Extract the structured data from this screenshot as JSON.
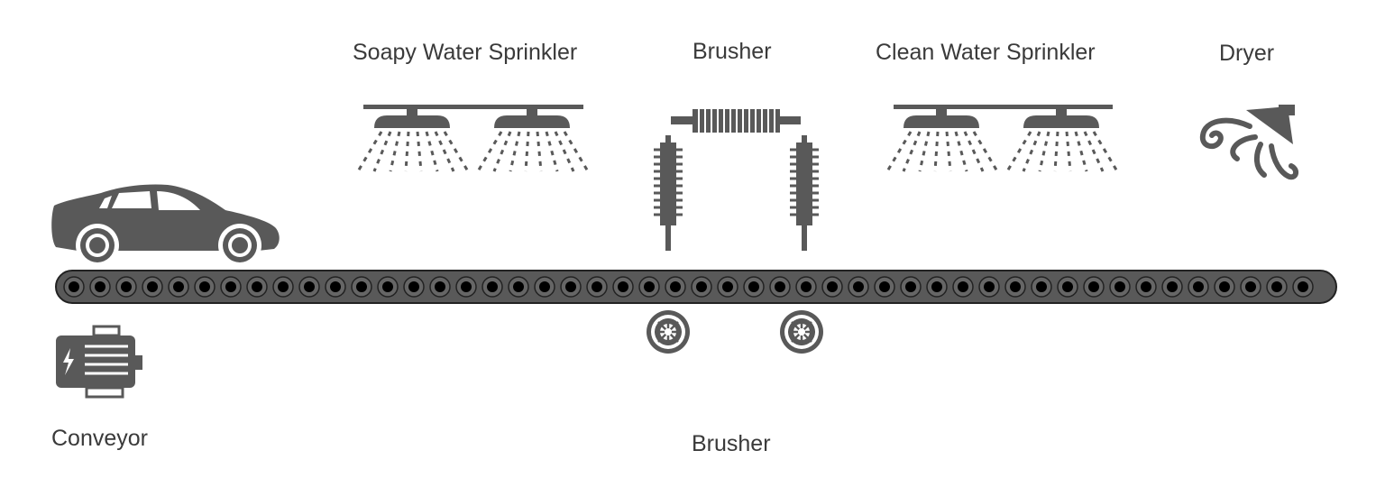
{
  "labels": {
    "soapy_sprinkler": "Soapy Water Sprinkler",
    "brusher_top": "Brusher",
    "clean_sprinkler": "Clean Water Sprinkler",
    "dryer": "Dryer",
    "conveyor": "Conveyor",
    "brusher_bottom": "Brusher"
  },
  "colors": {
    "icon": "#595959",
    "belt_roller": "#000000",
    "text": "#3a3a3a"
  },
  "icons": [
    "car-icon",
    "sprinkler-icon",
    "brush-icon",
    "dryer-icon",
    "motor-icon",
    "gear-icon"
  ]
}
